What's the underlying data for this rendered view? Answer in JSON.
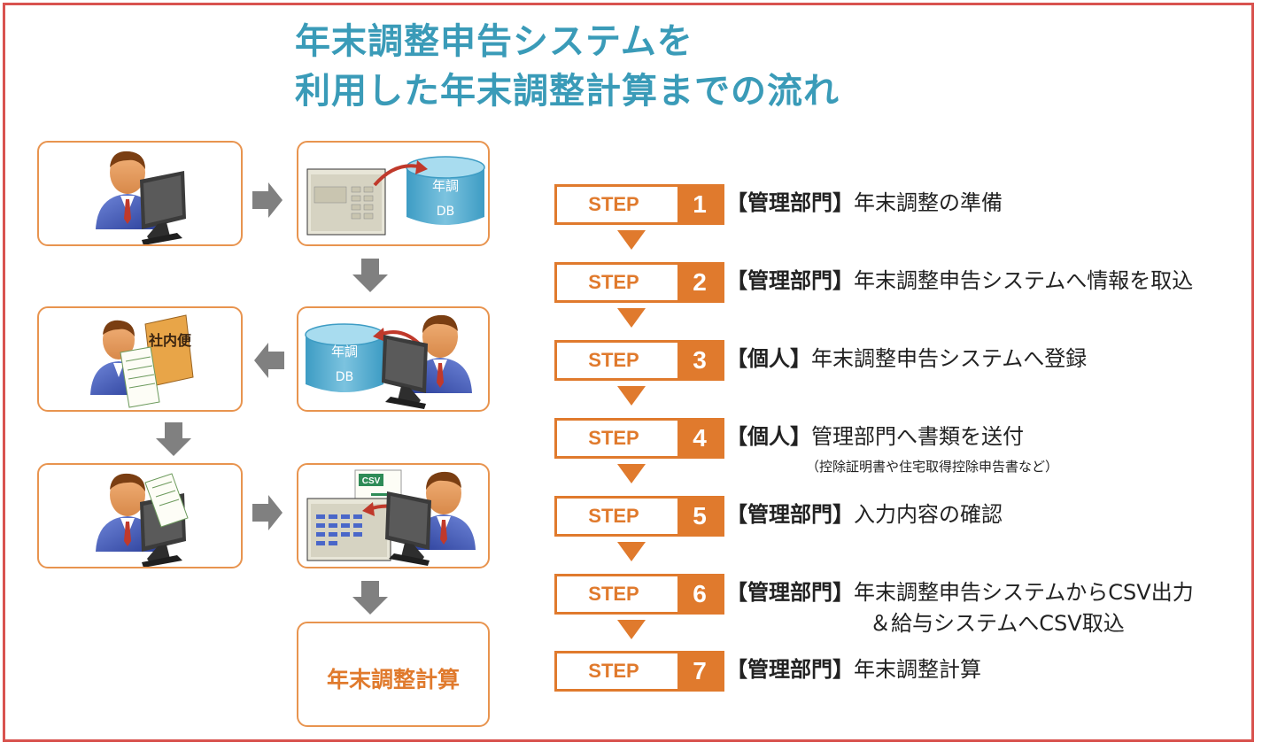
{
  "title": {
    "line1": "年末調整申告システムを",
    "line2": "利用した年末調整計算までの流れ"
  },
  "flow": {
    "db_label_top": "年調",
    "db_label_bottom": "DB",
    "package_label": "社内便",
    "csv_label": "CSV",
    "final_label": "年末調整計算"
  },
  "steps": [
    {
      "word": "STEP",
      "num": "1",
      "dept": "【管理部門】",
      "text": "年末調整の準備"
    },
    {
      "word": "STEP",
      "num": "2",
      "dept": "【管理部門】",
      "text": "年末調整申告システムへ情報を取込"
    },
    {
      "word": "STEP",
      "num": "3",
      "dept": "【個人】",
      "text": "年末調整申告システムへ登録"
    },
    {
      "word": "STEP",
      "num": "4",
      "dept": "【個人】",
      "text": "管理部門へ書類を送付",
      "sub": "（控除証明書や住宅取得控除申告書など）"
    },
    {
      "word": "STEP",
      "num": "5",
      "dept": "【管理部門】",
      "text": "入力内容の確認"
    },
    {
      "word": "STEP",
      "num": "6",
      "dept": "【管理部門】",
      "text": "年末調整申告システムからCSV出力",
      "line2": "＆給与システムへCSV取込"
    },
    {
      "word": "STEP",
      "num": "7",
      "dept": "【管理部門】",
      "text": "年末調整計算"
    }
  ],
  "colors": {
    "accent": "#e07a2d",
    "title": "#3a9bb8",
    "frame": "#d9534f",
    "box_border": "#e8944f",
    "arrow_gray": "#808080"
  }
}
